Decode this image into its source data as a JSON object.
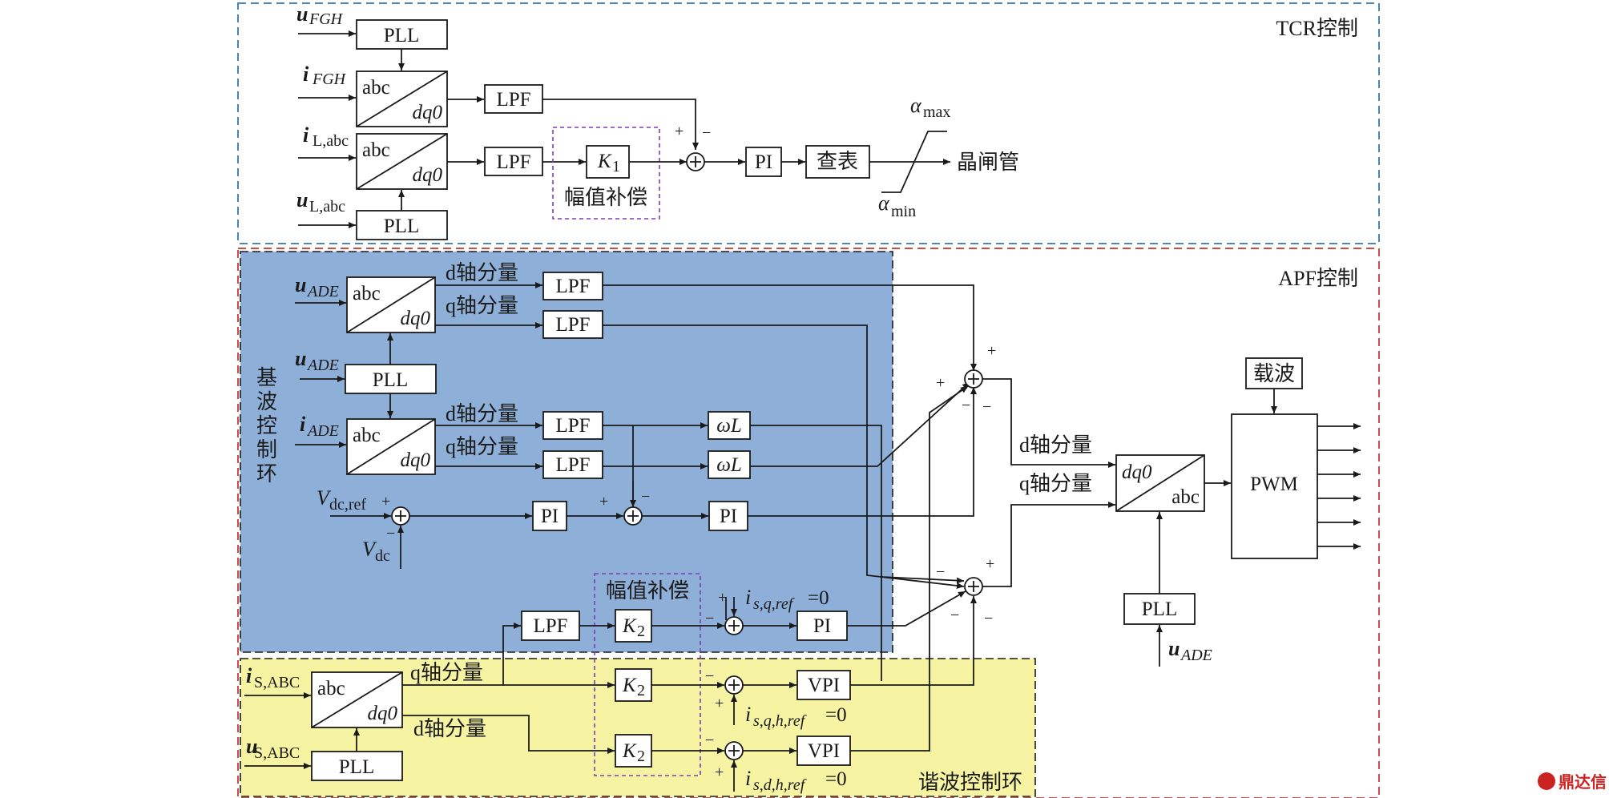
{
  "tcr": {
    "title": "TCR控制",
    "inputs": {
      "u": "u",
      "u_sub": "FGH",
      "i": "i",
      "i_sub": "FGH",
      "iL": "i",
      "iL_sub": "L,abc",
      "uL": "u",
      "uL_sub": "L,abc"
    },
    "blocks": {
      "pll1": "PLL",
      "pll2": "PLL",
      "abc1": "abc",
      "dq1": "dq0",
      "abc2": "abc",
      "dq2": "dq0",
      "lpf1": "LPF",
      "lpf2": "LPF",
      "k1": "K",
      "k1_sub": "1",
      "amp_comp": "幅值补偿",
      "pi": "PI",
      "lookup": "查表"
    },
    "signs": {
      "plus": "+",
      "minus": "−"
    },
    "alpha_max": "α",
    "alpha_max_sub": "max",
    "alpha_min": "α",
    "alpha_min_sub": "min",
    "output": "晶闸管"
  },
  "apf": {
    "title": "APF控制",
    "fund_label": [
      "基",
      "波",
      "控",
      "制",
      "环"
    ],
    "harm_label": "谐波控制环",
    "d_comp": "d轴分量",
    "q_comp": "q轴分量",
    "u_ade": "u",
    "u_ade_sub": "ADE",
    "i_ade": "i",
    "i_ade_sub": "ADE",
    "i_sabc": "i",
    "i_sabc_sub": "S,ABC",
    "u_sabc": "u",
    "u_sabc_sub": "S,ABC",
    "vdc_ref": "V",
    "vdc_ref_sub": "dc,ref",
    "vdc": "V",
    "vdc_sub": "dc",
    "wl": "ωL",
    "lpf": "LPF",
    "pll": "PLL",
    "pi": "PI",
    "vpi": "VPI",
    "k2": "K",
    "k2_sub": "2",
    "amp_comp": "幅值补偿",
    "isq_ref": "i",
    "isq_ref_sub": "s,q,ref",
    "isq_ref_val": "=0",
    "isqh_ref": "i",
    "isqh_ref_sub": "s,q,h,ref",
    "isqh_ref_val": "=0",
    "isdh_ref": "i",
    "isdh_ref_sub": "s,d,h,ref",
    "isdh_ref_val": "=0",
    "carrier": "载波",
    "pwm": "PWM",
    "dq0": "dq0",
    "abc": "abc"
  },
  "watermark": "鼎达信"
}
